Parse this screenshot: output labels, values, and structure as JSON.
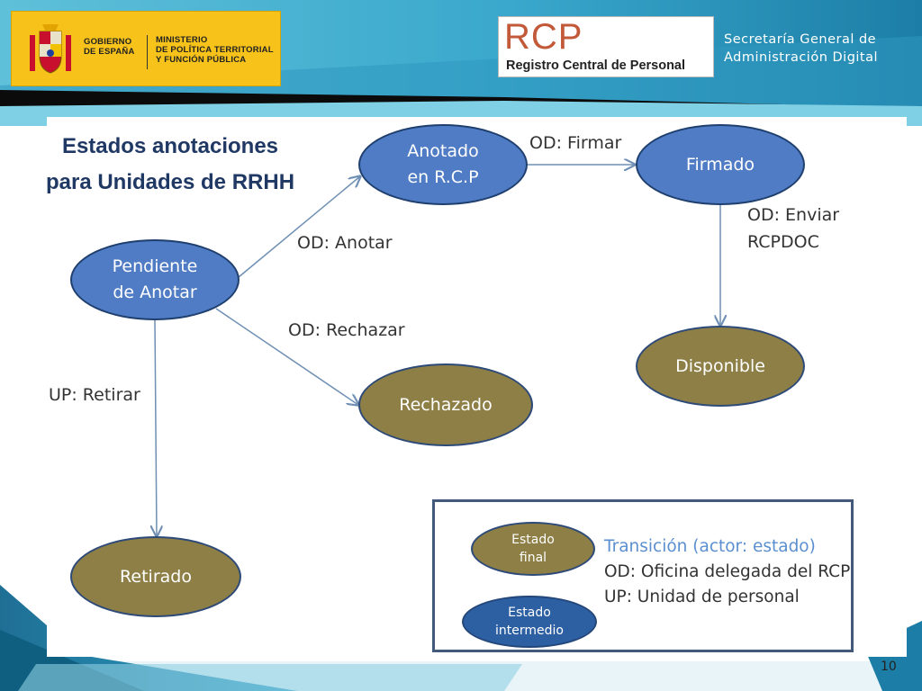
{
  "header": {
    "gov_logo_left_lines": [
      "GOBIERNO",
      "DE ESPAÑA"
    ],
    "gov_logo_right_lines": [
      "MINISTERIO",
      "DE POLÍTICA TERRITORIAL",
      "Y FUNCIÓN PÚBLICA"
    ],
    "rcp_logo_big": "RCP",
    "rcp_logo_small": "Registro Central de Personal",
    "secretaria_lines": [
      "Secretaría General de",
      "Administración Digital"
    ]
  },
  "title_lines": [
    "Estados anotaciones",
    "para Unidades de RRHH"
  ],
  "nodes": {
    "anotado": [
      "Anotado",
      "en R.C.P"
    ],
    "firmado": [
      "Firmado"
    ],
    "pendiente": [
      "Pendiente",
      "de Anotar"
    ],
    "disponible": [
      "Disponible"
    ],
    "rechazado": [
      "Rechazado"
    ],
    "retirado": [
      "Retirado"
    ]
  },
  "edge_labels": {
    "firmar": "OD: Firmar",
    "enviar": [
      "OD: Enviar",
      "RCPDOC"
    ],
    "anotar": "OD: Anotar",
    "rechazar": "OD: Rechazar",
    "retirar": "UP: Retirar"
  },
  "legend": {
    "final_state": [
      "Estado",
      "final"
    ],
    "intermediate_state": [
      "Estado",
      "intermedio"
    ],
    "transition": "Transición (actor: estado)",
    "od": "OD: Oficina delegada del RCP",
    "up": "UP: Unidad de personal"
  },
  "page_number": "10",
  "colors": {
    "blue_node": "#4f7cc4",
    "olive_node": "#8d7f45",
    "title": "#1f3864",
    "header_teal": "#2a8fb3",
    "gov_yellow": "#f7c21a"
  }
}
